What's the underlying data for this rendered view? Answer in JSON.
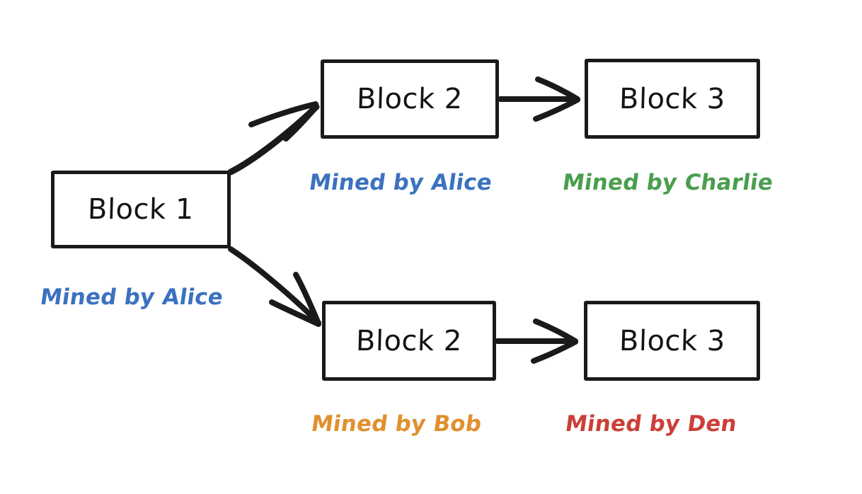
{
  "diagram": {
    "title": "Blockchain fork diagram",
    "background_color": "#ffffff",
    "stroke_color": "#1a1a1a"
  },
  "colors": {
    "alice": "#3b72c0",
    "charlie": "#4a9e4e",
    "bob": "#e0902f",
    "den": "#cc3f38",
    "stroke": "#1a1a1a"
  },
  "blocks": [
    {
      "id": "block-1",
      "label": "Block 1",
      "miner_label": "Mined by Alice",
      "miner_color": "#3b72c0"
    },
    {
      "id": "block-2-top",
      "label": "Block 2",
      "miner_label": "Mined by Alice",
      "miner_color": "#3b72c0"
    },
    {
      "id": "block-3-top",
      "label": "Block 3",
      "miner_label": "Mined by Charlie",
      "miner_color": "#4a9e4e"
    },
    {
      "id": "block-2-bot",
      "label": "Block 2",
      "miner_label": "Mined by Bob",
      "miner_color": "#e0902f"
    },
    {
      "id": "block-3-bot",
      "label": "Block 3",
      "miner_label": "Mined by Den",
      "miner_color": "#cc3f38"
    }
  ],
  "edges": [
    {
      "id": "edge-1-to-2-top",
      "from": "block-1",
      "to": "block-2-top",
      "arrowhead": "open"
    },
    {
      "id": "edge-1-to-2-bot",
      "from": "block-1",
      "to": "block-2-bot",
      "arrowhead": "open"
    },
    {
      "id": "edge-2-to-3-top",
      "from": "block-2-top",
      "to": "block-3-top",
      "arrowhead": "open"
    },
    {
      "id": "edge-2-to-3-bot",
      "from": "block-2-bot",
      "to": "block-3-bot",
      "arrowhead": "open"
    }
  ]
}
